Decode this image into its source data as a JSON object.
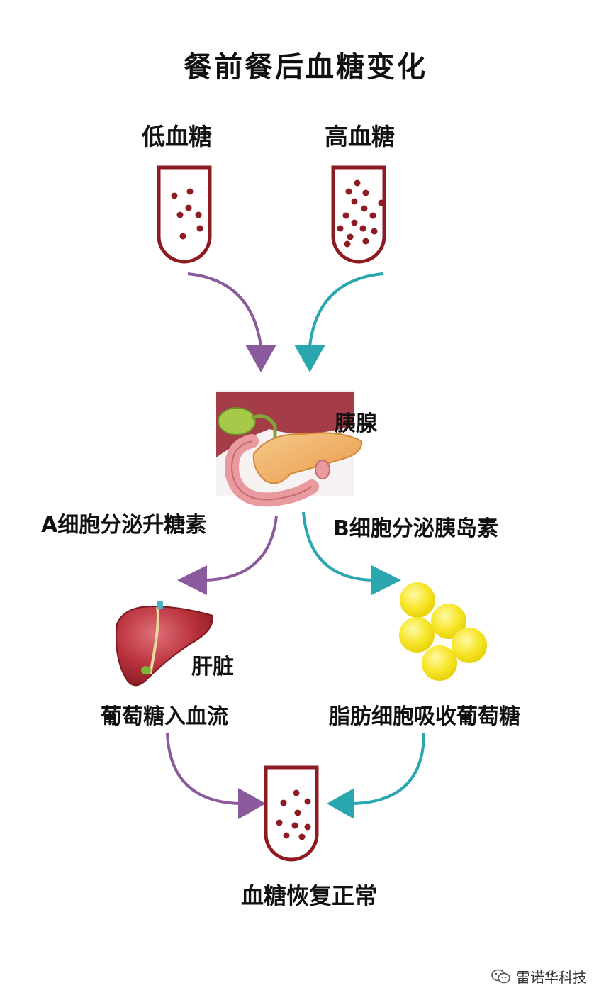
{
  "title": "餐前餐后血糖变化",
  "tubes": {
    "low_label": "低血糖",
    "high_label": "高血糖"
  },
  "pancreas": {
    "label": "胰腺",
    "a_cell": "A细胞分泌升糖素",
    "b_cell": "B细胞分泌胰岛素"
  },
  "liver": {
    "label": "肝脏",
    "action": "葡萄糖入血流"
  },
  "fat": {
    "action": "脂肪细胞吸收葡萄糖"
  },
  "result": "血糖恢复正常",
  "watermark": "雷诺华科技",
  "colors": {
    "tube": "#8e1a22",
    "purple_arrow": "#8a5a9c",
    "teal_arrow": "#2aa6ae",
    "fat_cell": "#f7e62a",
    "liver": "#b8303a"
  }
}
